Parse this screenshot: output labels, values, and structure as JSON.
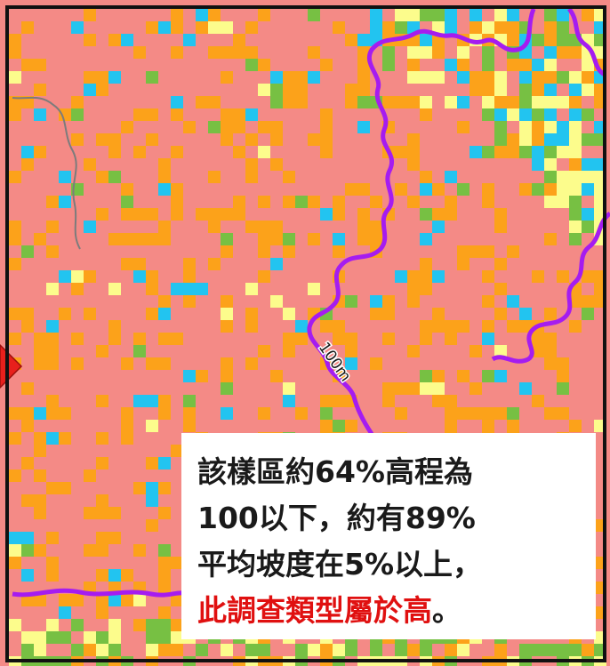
{
  "map": {
    "contour_label": "100m",
    "colors": {
      "background": "#f48a86",
      "orange": "#fca21a",
      "cyan": "#22c4f0",
      "green": "#77c043",
      "yellow": "#fcfc8c",
      "contour": "#a51cf0",
      "thin_line": "#7c7c7c",
      "arrow": "#e8201c",
      "border": "#111111"
    }
  },
  "info": {
    "line1": "該樣區約64%高程為",
    "line2": "100以下，約有89%",
    "line3": "平均坡度在5%以上，",
    "line4_highlight": "此調查類型屬於高",
    "line4_tail": "。"
  }
}
